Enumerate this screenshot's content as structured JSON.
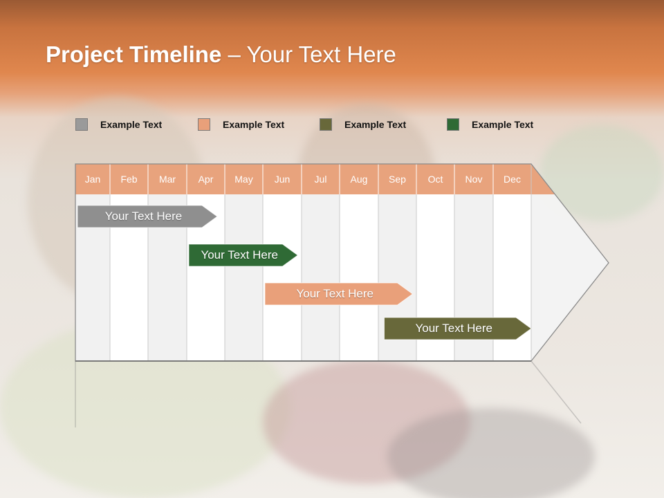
{
  "slide": {
    "title_bold": "Project Timeline",
    "title_rest": " – Your Text Here"
  },
  "legend": [
    {
      "label": "Example Text",
      "color": "#9a9a9a"
    },
    {
      "label": "Example Text",
      "color": "#e9a07a"
    },
    {
      "label": "Example Text",
      "color": "#68683a"
    },
    {
      "label": "Example Text",
      "color": "#2f6a35"
    }
  ],
  "timeline": {
    "months": [
      "Jan",
      "Feb",
      "Mar",
      "Apr",
      "May",
      "Jun",
      "Jul",
      "Aug",
      "Sep",
      "Oct",
      "Nov",
      "Dec"
    ],
    "header_color": "#e8a37d",
    "tasks": [
      {
        "label": "Your  Text Here",
        "start_month": 1.0,
        "end_month": 4.8,
        "color": "#8f8f8f"
      },
      {
        "label": "Your  Text Here",
        "start_month": 4.0,
        "end_month": 6.9,
        "color": "#2f6a35"
      },
      {
        "label": "Your  Text Here",
        "start_month": 6.0,
        "end_month": 9.9,
        "color": "#e9a07a"
      },
      {
        "label": "Your  Text Here",
        "start_month": 9.1,
        "end_month": 13.0,
        "color": "#68683a"
      }
    ]
  }
}
